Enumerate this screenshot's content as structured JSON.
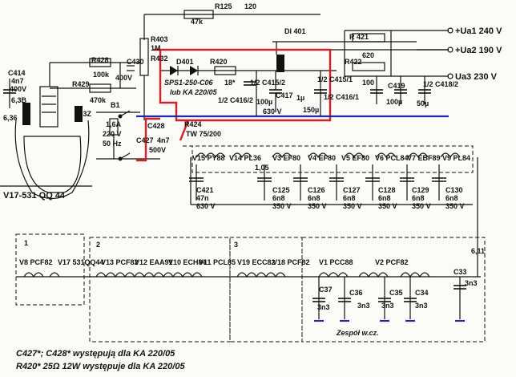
{
  "colors": {
    "highlight_red": "#d81f26",
    "highlight_blue": "#1a2aa8",
    "ink": "#111111",
    "paper": "#fbfbf8"
  },
  "top": {
    "r125": "R125",
    "r125_val": "47k",
    "v120": "120",
    "dl401": "Dl 401",
    "r421": "R 421",
    "r422": "R422",
    "v620": "620",
    "v100": "100",
    "ua1": "+Ua1 240 V",
    "ua2": "+Ua2 190 V",
    "ua3": "Ua3 230 V",
    "r403": "R403",
    "r403v": "1M",
    "r432": "R432",
    "d401": "D401",
    "r420": "R420",
    "r420v": "18*",
    "sps": "SPS1-250-C06",
    "lub": "lub KA 220/05",
    "c415": "1/2 C415/2",
    "c416": "1/2 C416/2",
    "c417": "C417",
    "c417v": "1µ",
    "v630": "630 V",
    "c4151": "1/2 C415/1",
    "c4161": "1/2 C416/1",
    "v150": "150µ",
    "v100u": "100µ",
    "c419": "C419",
    "c419v": "100µ",
    "c418": "1/2 C418/2",
    "c418v": "50µ",
    "r428": "R428",
    "r428v": "100k",
    "c430": "C430",
    "v400": "400V",
    "r429": "R429",
    "r429v": "470k"
  },
  "left": {
    "c414": "C414",
    "c414v": "4n7",
    "c414u": "400V",
    "n638": "6,3B",
    "n636": "6,36",
    "n63z": "6,3Z",
    "b1": "B1",
    "b1v": "1,6A",
    "v220": "220 V",
    "hz": "50 Hz",
    "tube": "V17-531 QQ 44"
  },
  "mid": {
    "c428": "C428",
    "c427": "C427",
    "c427v": "4n7",
    "c427u": "500V",
    "r424": "R424",
    "tw": "TW 75/200",
    "v15": "V15 PY88",
    "v14": "V14 PL36",
    "v3": "V3 EF80",
    "v4": "V4 EF80",
    "v5": "V5 EF80",
    "v6": "V6 PCL84",
    "v7": "V7 EBF89",
    "v9": "V9 PL84",
    "n105": "1,05",
    "caps": [
      {
        "n": "C421",
        "a": "47n",
        "b": "630 V"
      },
      {
        "n": "C125",
        "a": "6n8",
        "b": "350 V"
      },
      {
        "n": "C126",
        "a": "6n8",
        "b": "350 V"
      },
      {
        "n": "C127",
        "a": "6n8",
        "b": "350 V"
      },
      {
        "n": "C128",
        "a": "6n8",
        "b": "350 V"
      },
      {
        "n": "C129",
        "a": "6n8",
        "b": "350 V"
      },
      {
        "n": "C130",
        "a": "6n8",
        "b": "350 V"
      }
    ]
  },
  "bottom": {
    "g1": "1",
    "g2": "2",
    "g3": "3",
    "v8": "V8 PCF82",
    "v17": "V17 531QQ44",
    "v13": "V13 PCF82",
    "v12": "V12 EAA91",
    "v10": "V10 ECH84",
    "v11": "V11 PCL85",
    "v19": "V19 ECC82",
    "v18": "V18 PCF82",
    "v1": "V1 PCC88",
    "v2": "V2 PCF82",
    "c37": "C37",
    "c36": "C36",
    "c35": "C35",
    "c34": "C34",
    "c33": "C33",
    "n3": "3n3",
    "zespol": "Zespół w.cz.",
    "g11": "6,11",
    "note1": "C427*; C428* występują dla KA 220/05",
    "note2": "R420* 25Ω 12W występuje dla KA 220/05"
  }
}
